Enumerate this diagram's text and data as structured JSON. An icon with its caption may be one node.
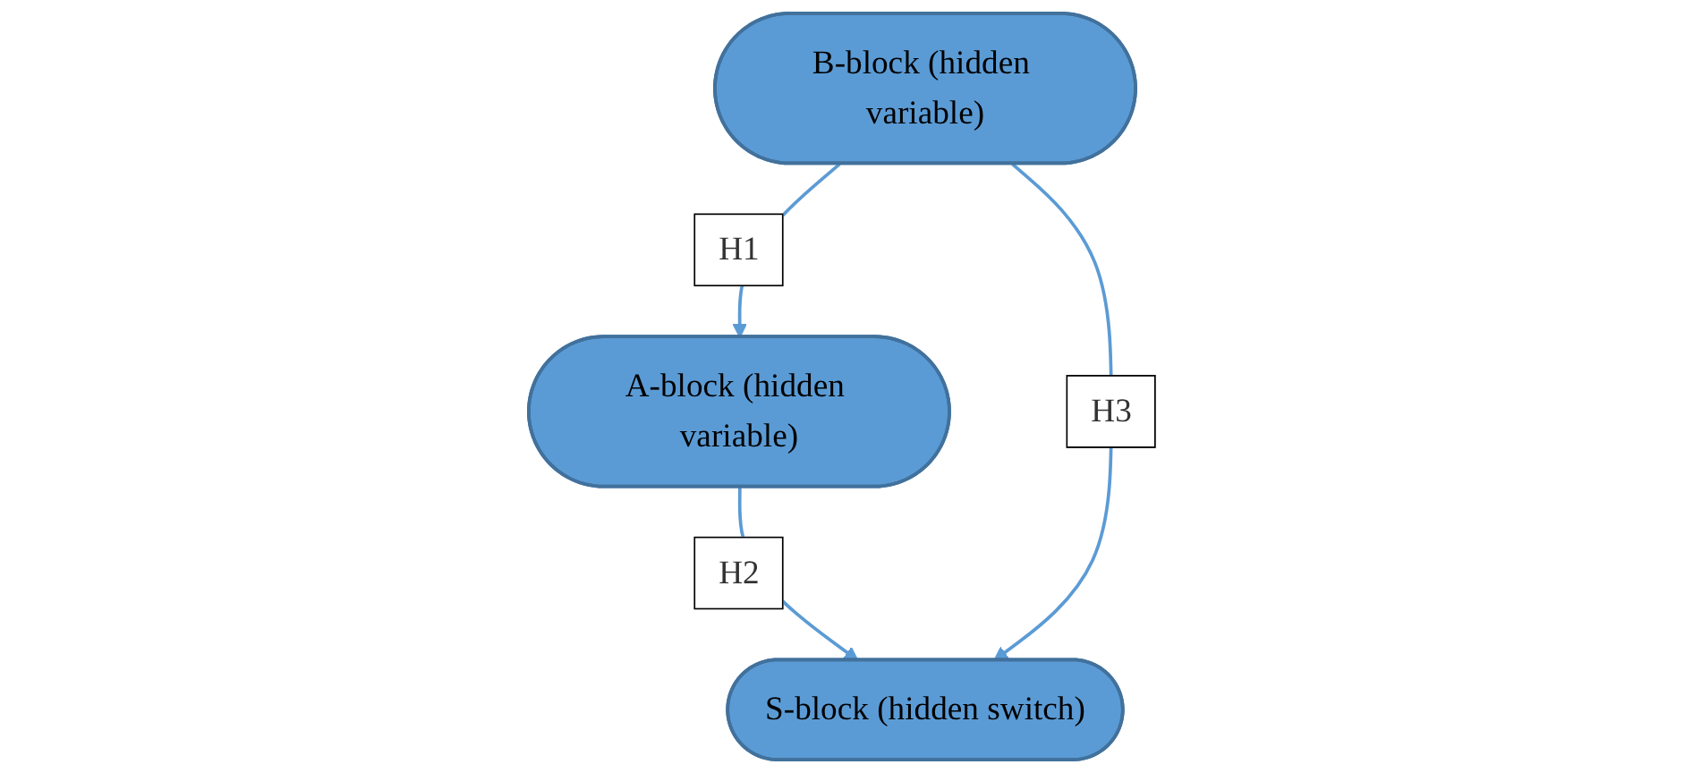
{
  "diagram": {
    "nodes": [
      {
        "text": [
          "A-block (hidden variable)"
        ]
      },
      {
        "text": [
          "B-block (hidden variable)"
        ]
      },
      {
        "text": [
          "S-block (hidden switch)"
        ]
      }
    ],
    "edges": [
      {
        "from": 1,
        "to": 0,
        "arrow": "to",
        "label": "H1"
      },
      {
        "from": 0,
        "to": 2,
        "arrow": "to",
        "label": "H2"
      },
      {
        "from": 1,
        "to": 2,
        "arrow": "to",
        "label": "H3"
      }
    ]
  }
}
